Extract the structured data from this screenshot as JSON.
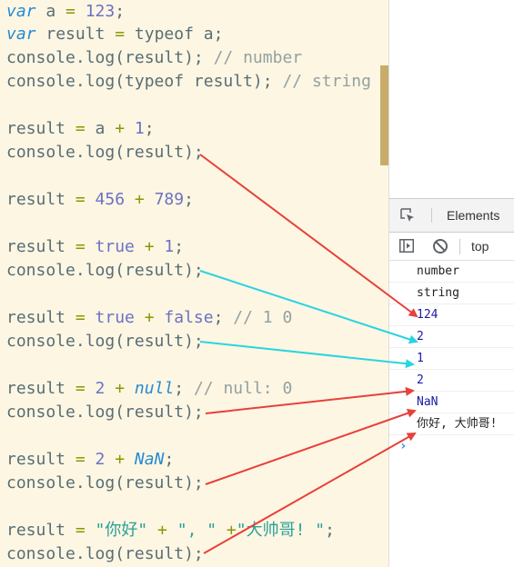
{
  "editor": {
    "lines": {
      "l1": {
        "kw": "var",
        "rest1": " a ",
        "eq": "=",
        "num": " 123",
        ";": ";"
      },
      "l2": {
        "kw": "var",
        "rest1": " result ",
        "eq": "=",
        "rest2": " typeof a;"
      },
      "l3": {
        "code": "console.log(result);",
        "comment": " // number"
      },
      "l4": {
        "code": "console.log(typeof result);",
        "comment": " // string"
      },
      "l5": {
        "a": "result ",
        "eq": "=",
        "b": " a ",
        "plus": "+",
        "num": " 1",
        ";": ";"
      },
      "l6": {
        "code": "console.log(result);"
      },
      "l7": {
        "a": "result ",
        "eq": "=",
        "n1": " 456",
        "plus": " +",
        "n2": " 789",
        ";": ";"
      },
      "l8": {
        "a": "result ",
        "eq": "=",
        "t": " true",
        "plus": " +",
        "num": " 1",
        ";": ";"
      },
      "l9": {
        "code": "console.log(result);"
      },
      "l10": {
        "a": "result ",
        "eq": "=",
        "t": " true",
        "plus": " +",
        "f": " false",
        ";": ";",
        "comment": " // 1 0"
      },
      "l11": {
        "code": "console.log(result);"
      },
      "l12": {
        "a": "result ",
        "eq": "=",
        "num": " 2",
        "plus": " +",
        "nul": " null",
        ";": ";",
        "comment": " // null: 0"
      },
      "l13": {
        "code": "console.log(result);"
      },
      "l14": {
        "a": "result ",
        "eq": "=",
        "num": " 2",
        "plus": " +",
        "nan": " NaN",
        ";": ";"
      },
      "l15": {
        "code": "console.log(result);"
      },
      "l16": {
        "a": "result ",
        "eq": "=",
        "s1": " \"你好\"",
        "p1": " +",
        "s2": " \", \"",
        "p2": " +",
        "s3": "\"大帅哥! \"",
        ";": ";"
      },
      "l17": {
        "code": "console.log(result);"
      }
    }
  },
  "devtools": {
    "tabs": {
      "elements": "Elements"
    },
    "toolbar": {
      "context": "top"
    },
    "console": {
      "rows": [
        "number",
        "string",
        "124",
        "2",
        "1",
        "2",
        "NaN",
        "你好, 大帅哥!"
      ],
      "prompt": "›"
    },
    "icons": {
      "inspect": "inspect-element-icon",
      "sidebar": "console-sidebar-icon",
      "clear": "clear-console-icon"
    }
  },
  "colors": {
    "editor_bg": "#fdf6e3",
    "arrow_red": "#e8403a",
    "arrow_cyan": "#2ad4e0",
    "number_output": "#1a1aa6"
  }
}
